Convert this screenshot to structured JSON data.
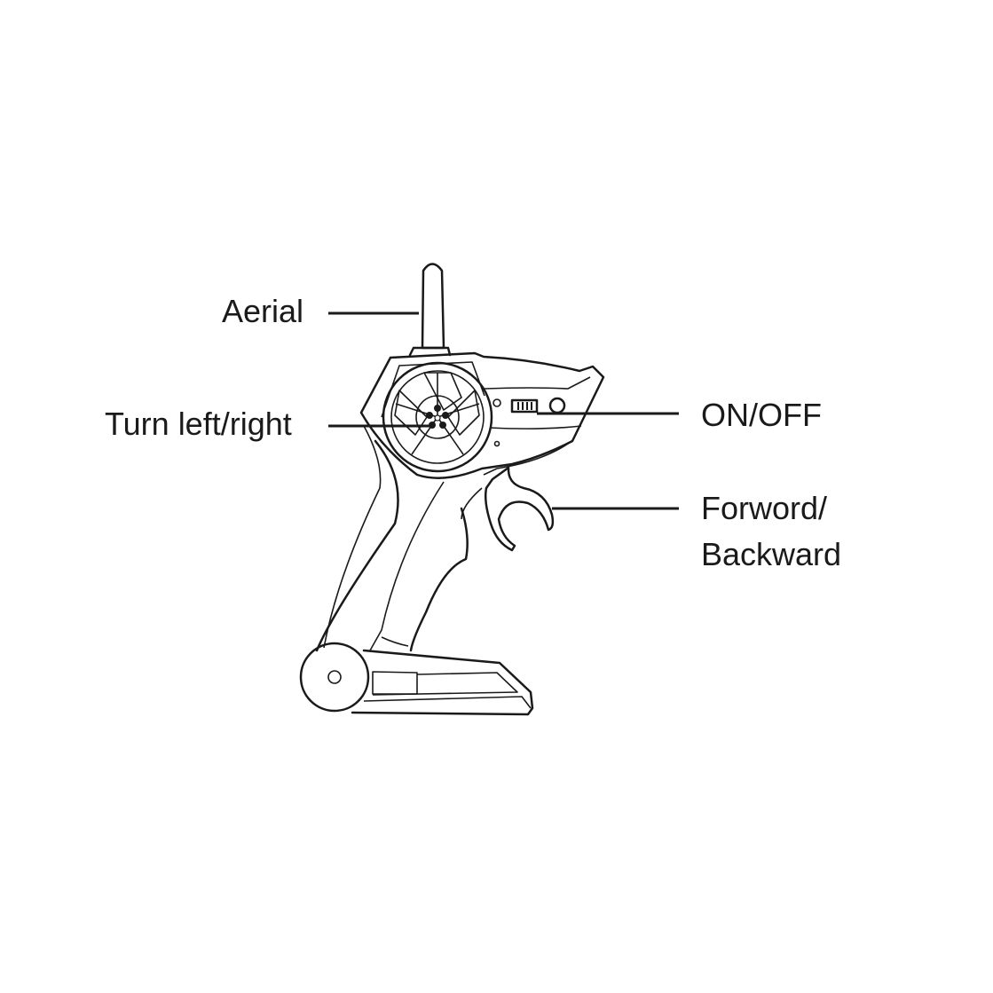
{
  "labels": {
    "aerial": "Aerial",
    "turn": "Turn left/right",
    "onoff": "ON/OFF",
    "forward_line1": "Forword/",
    "forward_line2": "Backward"
  }
}
